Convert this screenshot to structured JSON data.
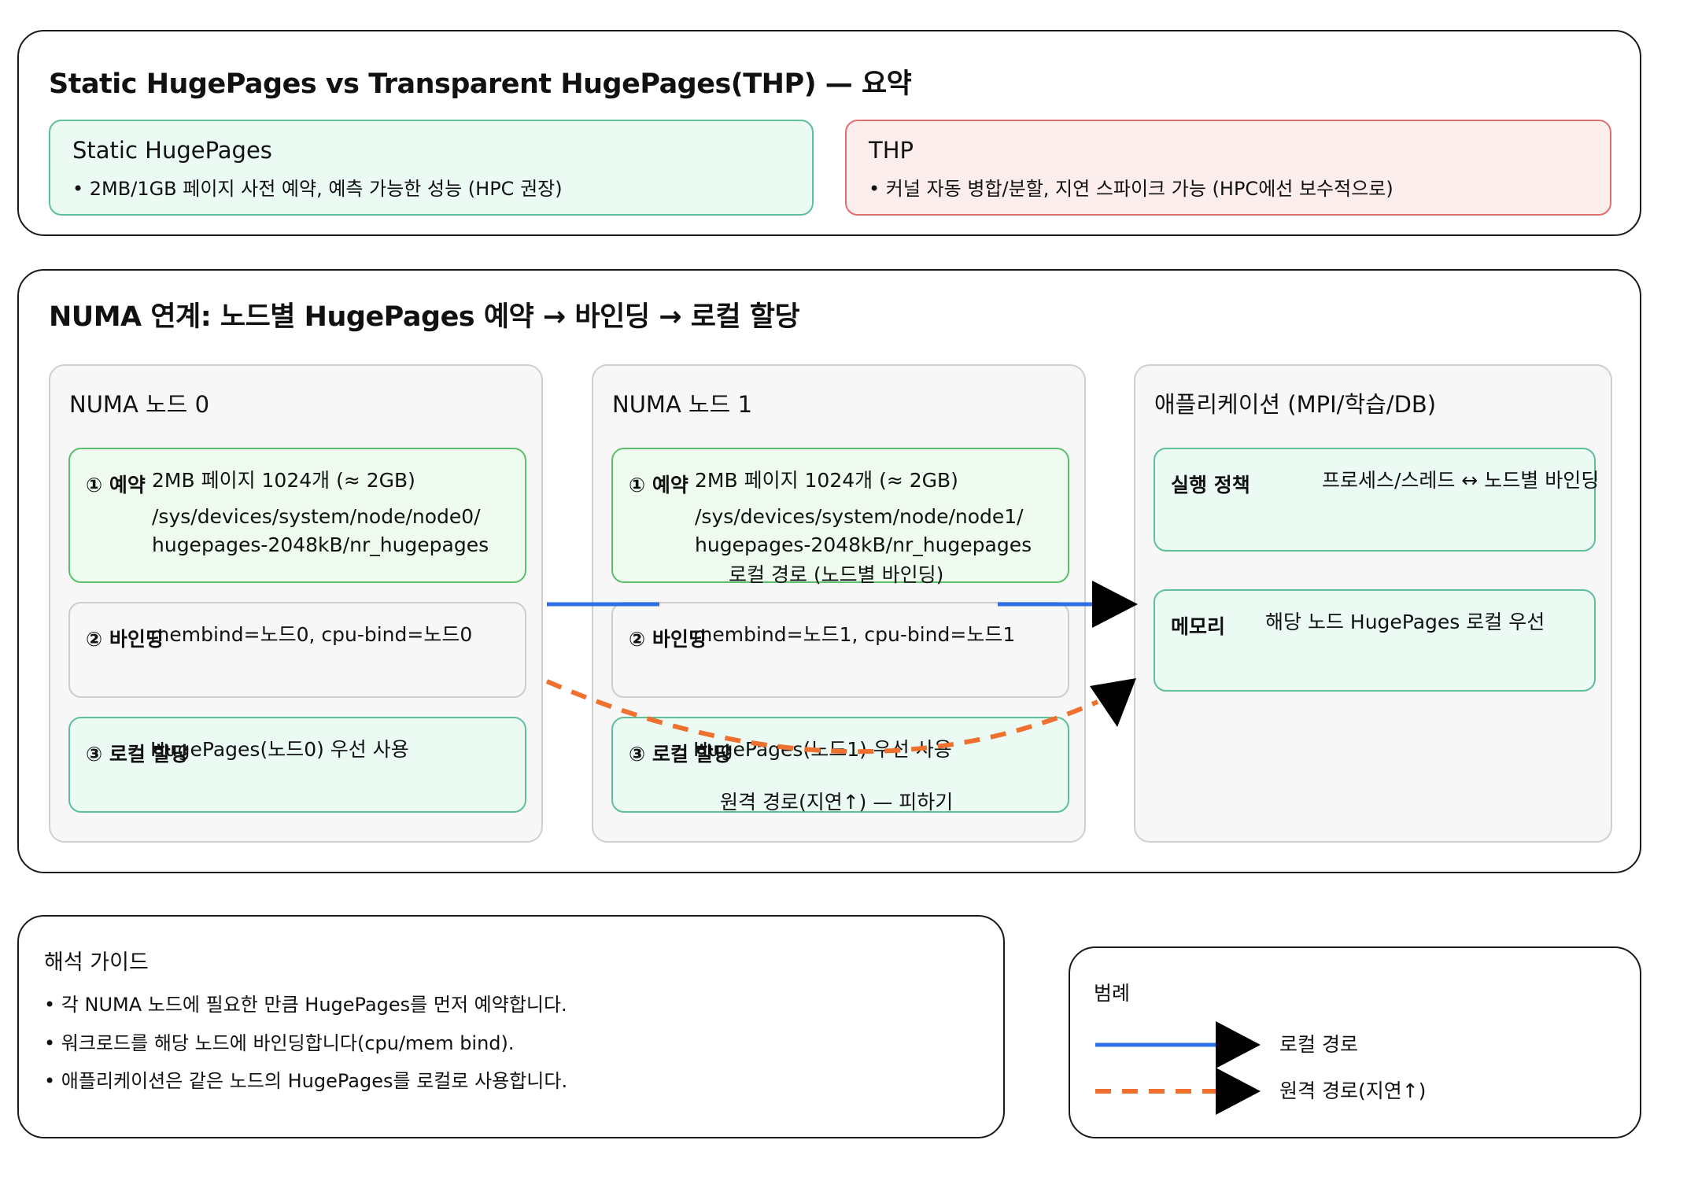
{
  "summary": {
    "title": "Static HugePages vs Transparent HugePages(THP) — 요약",
    "static": {
      "title": "Static HugePages",
      "bullet": "• 2MB/1GB 페이지 사전 예약, 예측 가능한 성능 (HPC 권장)"
    },
    "thp": {
      "title": "THP",
      "bullet": "• 커널 자동 병합/분할, 지연 스파이크 가능 (HPC에선 보수적으로)"
    }
  },
  "numa": {
    "title": "NUMA 연계: 노드별 HugePages 예약 → 바인딩 → 로컬 할당",
    "node0": {
      "title": "NUMA 노드 0",
      "reserve": {
        "label": "① 예약",
        "line1": "2MB 페이지 1024개 (≈ 2GB)",
        "line2": "/sys/devices/system/node/node0/",
        "line3": "hugepages-2048kB/nr_hugepages"
      },
      "bind": {
        "label": "② 바인딩",
        "text": "membind=노드0, cpu-bind=노드0"
      },
      "alloc": {
        "label": "③ 로컬 할당",
        "text": "HugePages(노드0) 우선 사용"
      }
    },
    "node1": {
      "title": "NUMA 노드 1",
      "reserve": {
        "label": "① 예약",
        "line1": "2MB 페이지 1024개 (≈ 2GB)",
        "line2": "/sys/devices/system/node/node1/",
        "line3": "hugepages-2048kB/nr_hugepages"
      },
      "bind": {
        "label": "② 바인딩",
        "text": "membind=노드1, cpu-bind=노드1"
      },
      "alloc": {
        "label": "③ 로컬 할당",
        "text": "HugePages(노드1) 우선 사용"
      }
    },
    "app": {
      "title": "애플리케이션 (MPI/학습/DB)",
      "policy": {
        "label": "실행 정책",
        "text": "프로세스/스레드 ↔ 노드별 바인딩"
      },
      "memory": {
        "label": "메모리",
        "text": "해당 노드 HugePages 로컬 우선"
      }
    },
    "local_path_label": "로컬 경로 (노드별 바인딩)",
    "remote_path_label": "원격 경로(지연↑) — 피하기"
  },
  "guide": {
    "title": "해석 가이드",
    "items": [
      "• 각 NUMA 노드에 필요한 만큼 HugePages를 먼저 예약합니다.",
      "• 워크로드를 해당 노드에 바인딩합니다(cpu/mem bind).",
      "• 애플리케이션은 같은 노드의 HugePages를 로컬로 사용합니다."
    ]
  },
  "legend": {
    "title": "범례",
    "local": "로컬 경로",
    "remote": "원격 경로(지연↑)"
  },
  "colors": {
    "local_path": "#2f6fe4",
    "remote_path": "#f07030",
    "static_fill": "#ebfaf3",
    "static_border": "#5fbf98",
    "thp_fill": "#fdeeee",
    "thp_border": "#e07070"
  }
}
